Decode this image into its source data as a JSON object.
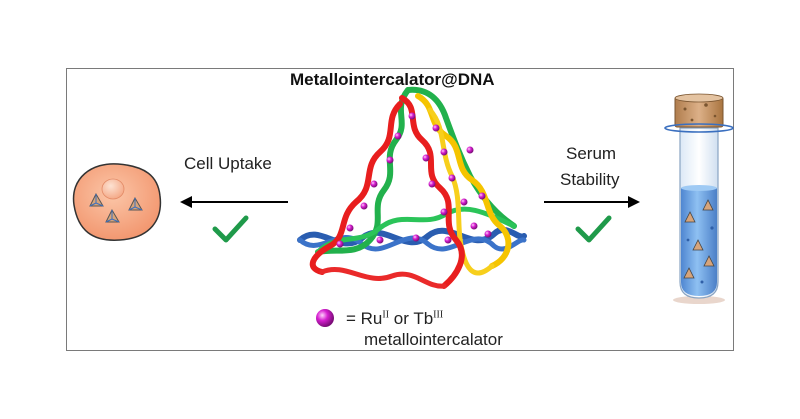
{
  "diagram": {
    "title": "Metallointercalator@DNA",
    "left_arrow_label": "Cell Uptake",
    "right_arrow_label_line1": "Serum",
    "right_arrow_label_line2": "Stability",
    "legend": {
      "prefix": "= Ru",
      "ru_charge": "II",
      "middle": " or Tb",
      "tb_charge": "III",
      "description": "metallointercalator"
    },
    "colors": {
      "strand_red": "#e81e1e",
      "strand_green": "#22b14c",
      "strand_yellow": "#f5c400",
      "strand_blue": "#2a5db0",
      "bead_magenta": "#d61fd0",
      "check_green": "#1f9a4a",
      "cell_fill": "#f6a27d",
      "tube_liquid": "#6fa6e6",
      "cork": "#c99a6b"
    }
  }
}
